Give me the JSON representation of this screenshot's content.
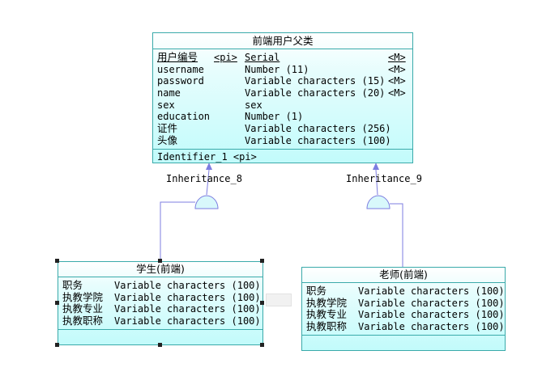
{
  "parent": {
    "title": "前端用户父类",
    "identifier": {
      "name": "用户编号",
      "tag": "<pi>",
      "type": "Serial",
      "mandatory": "<M>"
    },
    "attributes": [
      {
        "name": "username",
        "type": "Number (11)",
        "mandatory": "<M>"
      },
      {
        "name": "password",
        "type": "Variable characters (15)",
        "mandatory": "<M>"
      },
      {
        "name": "name",
        "type": "Variable characters (20)",
        "mandatory": "<M>"
      },
      {
        "name": "sex",
        "type": "sex",
        "mandatory": ""
      },
      {
        "name": "education",
        "type": "Number (1)",
        "mandatory": ""
      },
      {
        "name": "证件",
        "type": "Variable characters (256)",
        "mandatory": ""
      },
      {
        "name": "头像",
        "type": "Variable characters (100)",
        "mandatory": ""
      }
    ],
    "identifier_footer": "Identifier_1 <pi>"
  },
  "inheritances": [
    {
      "label": "Inheritance_8"
    },
    {
      "label": "Inheritance_9"
    }
  ],
  "children": [
    {
      "title": "学生(前端)",
      "attributes": [
        {
          "name": "职务",
          "type": "Variable characters (100)"
        },
        {
          "name": "执教学院",
          "type": "Variable characters (100)"
        },
        {
          "name": "执教专业",
          "type": "Variable characters (100)"
        },
        {
          "name": "执教职称",
          "type": "Variable characters (100)"
        }
      ]
    },
    {
      "title": "老师(前端)",
      "attributes": [
        {
          "name": "职务",
          "type": "Variable characters (100)"
        },
        {
          "name": "执教学院",
          "type": "Variable characters (100)"
        },
        {
          "name": "执教专业",
          "type": "Variable characters (100)"
        },
        {
          "name": "执教职称",
          "type": "Variable characters (100)"
        }
      ]
    }
  ],
  "colors": {
    "border": "#3aaaaa",
    "fill": "#c2fbfb",
    "link": "#7d7de0"
  }
}
